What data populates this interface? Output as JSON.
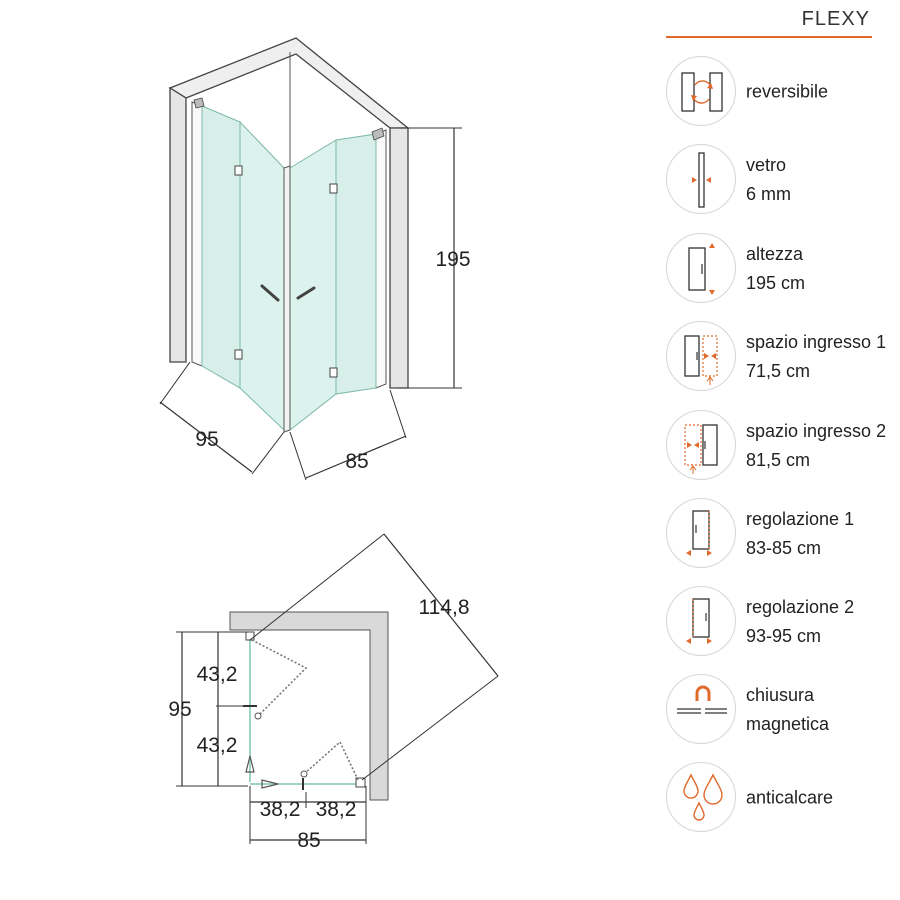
{
  "brand": {
    "name": "FLEXY"
  },
  "iso_view": {
    "height_label": "195",
    "width_left_label": "95",
    "width_right_label": "85"
  },
  "plan_view": {
    "diagonal_label": "114,8",
    "depth_label": "95",
    "depth_part_top": "43,2",
    "depth_part_bottom": "43,2",
    "width_part_left": "38,2",
    "width_part_right": "38,2",
    "width_label": "85"
  },
  "colors": {
    "accent": "#e06a2c",
    "glass": "#d8efe9",
    "wall": "#cfcfcf"
  },
  "features": [
    {
      "icon": "reversible-icon",
      "line1": "reversibile",
      "line2": ""
    },
    {
      "icon": "glass-thickness-icon",
      "line1": "vetro",
      "line2": "6 mm"
    },
    {
      "icon": "height-icon",
      "line1": "altezza",
      "line2": "195 cm"
    },
    {
      "icon": "entrance-space-1-icon",
      "line1": "spazio ingresso 1",
      "line2": "71,5 cm"
    },
    {
      "icon": "entrance-space-2-icon",
      "line1": "spazio ingresso 2",
      "line2": "81,5 cm"
    },
    {
      "icon": "adjustment-1-icon",
      "line1": "regolazione 1",
      "line2": "83-85 cm"
    },
    {
      "icon": "adjustment-2-icon",
      "line1": "regolazione 2",
      "line2": "93-95 cm"
    },
    {
      "icon": "magnetic-closure-icon",
      "line1": "chiusura",
      "line2": "magnetica"
    },
    {
      "icon": "anti-limescale-icon",
      "line1": "anticalcare",
      "line2": ""
    }
  ]
}
